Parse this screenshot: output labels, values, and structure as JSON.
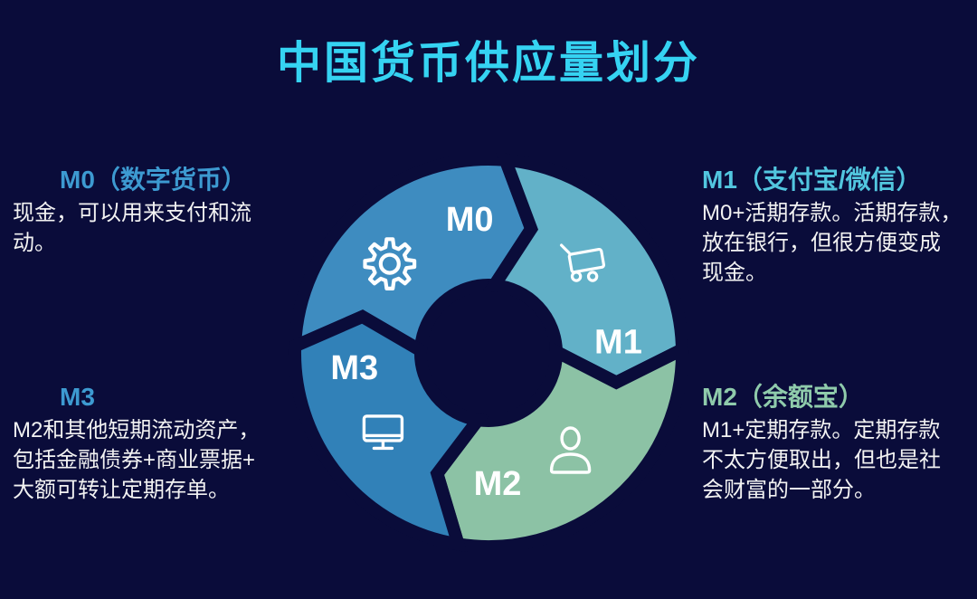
{
  "page": {
    "background": "#0A0C3A"
  },
  "title": {
    "text": "中国货币供应量划分",
    "color": "#35D3F2"
  },
  "diagram": {
    "type": "cycle-donut",
    "direction": "clockwise",
    "label_color": "#FFFFFF",
    "segments": [
      {
        "id": "m0",
        "label": "M0",
        "icon": "gear-icon",
        "color": "#3E8CC0",
        "start": 272,
        "end": 365
      },
      {
        "id": "m1",
        "label": "M1",
        "icon": "cart-icon",
        "color": "#62B1C8",
        "start": 5,
        "end": 89
      },
      {
        "id": "m2",
        "label": "M2",
        "icon": "person-icon",
        "color": "#8CC2A5",
        "start": 89,
        "end": 189
      },
      {
        "id": "m3",
        "label": "M3",
        "icon": "monitor-icon",
        "color": "#3181B8",
        "start": 189,
        "end": 272
      }
    ]
  },
  "annotations": {
    "m0": {
      "heading": "M0（数字货币）",
      "heading_color": "#3D9AD1",
      "body": "现金，可以用来支付和流\n动。"
    },
    "m1": {
      "heading": "M1（支付宝/微信）",
      "heading_color": "#52C6DF",
      "body": "M0+活期存款。活期存款，\n放在银行，但很方便变成\n现金。"
    },
    "m2": {
      "heading": "M2（余额宝）",
      "heading_color": "#8FCBAB",
      "body": "M1+定期存款。定期存款\n不太方便取出，但也是社\n会财富的一部分。"
    },
    "m3": {
      "heading": "M3",
      "heading_color": "#3D9AD1",
      "body": "M2和其他短期流动资产，\n包括金融债券+商业票据+\n大额可转让定期存单。"
    }
  }
}
